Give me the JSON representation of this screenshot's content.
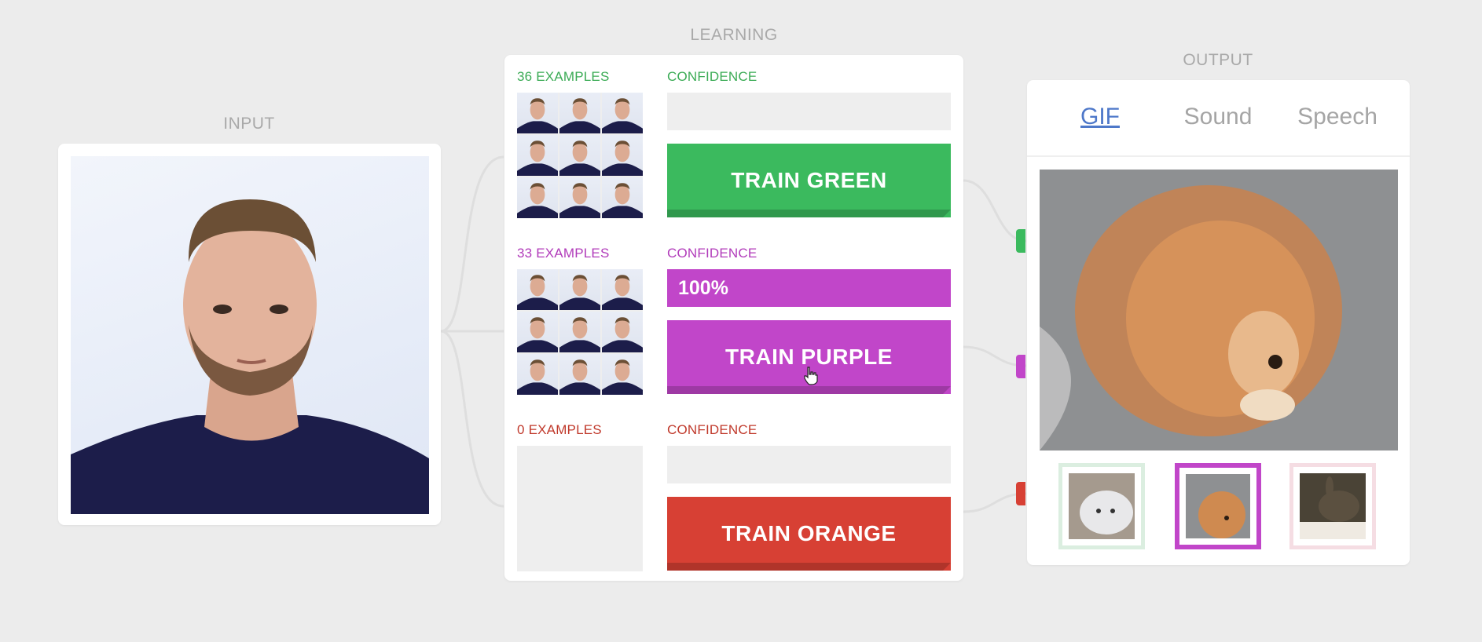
{
  "sections": {
    "input": "INPUT",
    "learning": "LEARNING",
    "output": "OUTPUT"
  },
  "classes": [
    {
      "id": "green",
      "examples": "36 EXAMPLES",
      "confidence_label": "CONFIDENCE",
      "confidence_value": "",
      "confidence_fraction": 0.0,
      "button": "TRAIN GREEN",
      "color": "#3bba5e",
      "label_color": "#3bab55",
      "thumb_count": 9
    },
    {
      "id": "purple",
      "examples": "33 EXAMPLES",
      "confidence_label": "CONFIDENCE",
      "confidence_value": "100%",
      "confidence_fraction": 1.0,
      "button": "TRAIN PURPLE",
      "color": "#c146c9",
      "label_color": "#b13bba",
      "thumb_count": 9
    },
    {
      "id": "orange",
      "examples": "0 EXAMPLES",
      "confidence_label": "CONFIDENCE",
      "confidence_value": "",
      "confidence_fraction": 0.0,
      "button": "TRAIN ORANGE",
      "color": "#d74034",
      "label_color": "#c0392b",
      "thumb_count": 0
    }
  ],
  "output": {
    "tabs": [
      "GIF",
      "Sound",
      "Speech"
    ],
    "active_tab": "GIF",
    "gif_thumbs": [
      {
        "name": "white-dog",
        "border": "#dbeee0"
      },
      {
        "name": "pomeranian",
        "border": "#c146c9"
      },
      {
        "name": "rabbit",
        "border": "#f5dde3"
      }
    ]
  }
}
